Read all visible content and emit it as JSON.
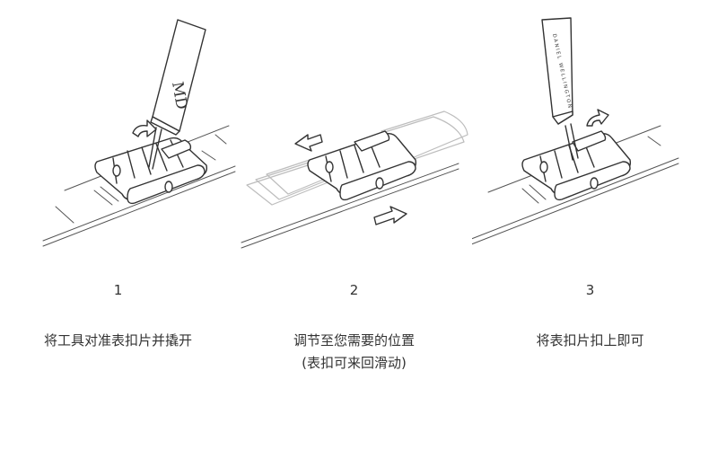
{
  "steps": [
    {
      "number": "1",
      "caption_lines": [
        "将工具对准表扣片并撬开"
      ],
      "tool_text": "MD"
    },
    {
      "number": "2",
      "caption_lines": [
        "调节至您需要的位置",
        "(表扣可来回滑动)"
      ]
    },
    {
      "number": "3",
      "caption_lines": [
        "将表扣片扣上即可"
      ],
      "tool_text": "DANIEL WELLINGTON"
    }
  ],
  "colors": {
    "line": "#333333",
    "ghost": "#bdbdbd",
    "background": "#ffffff"
  }
}
